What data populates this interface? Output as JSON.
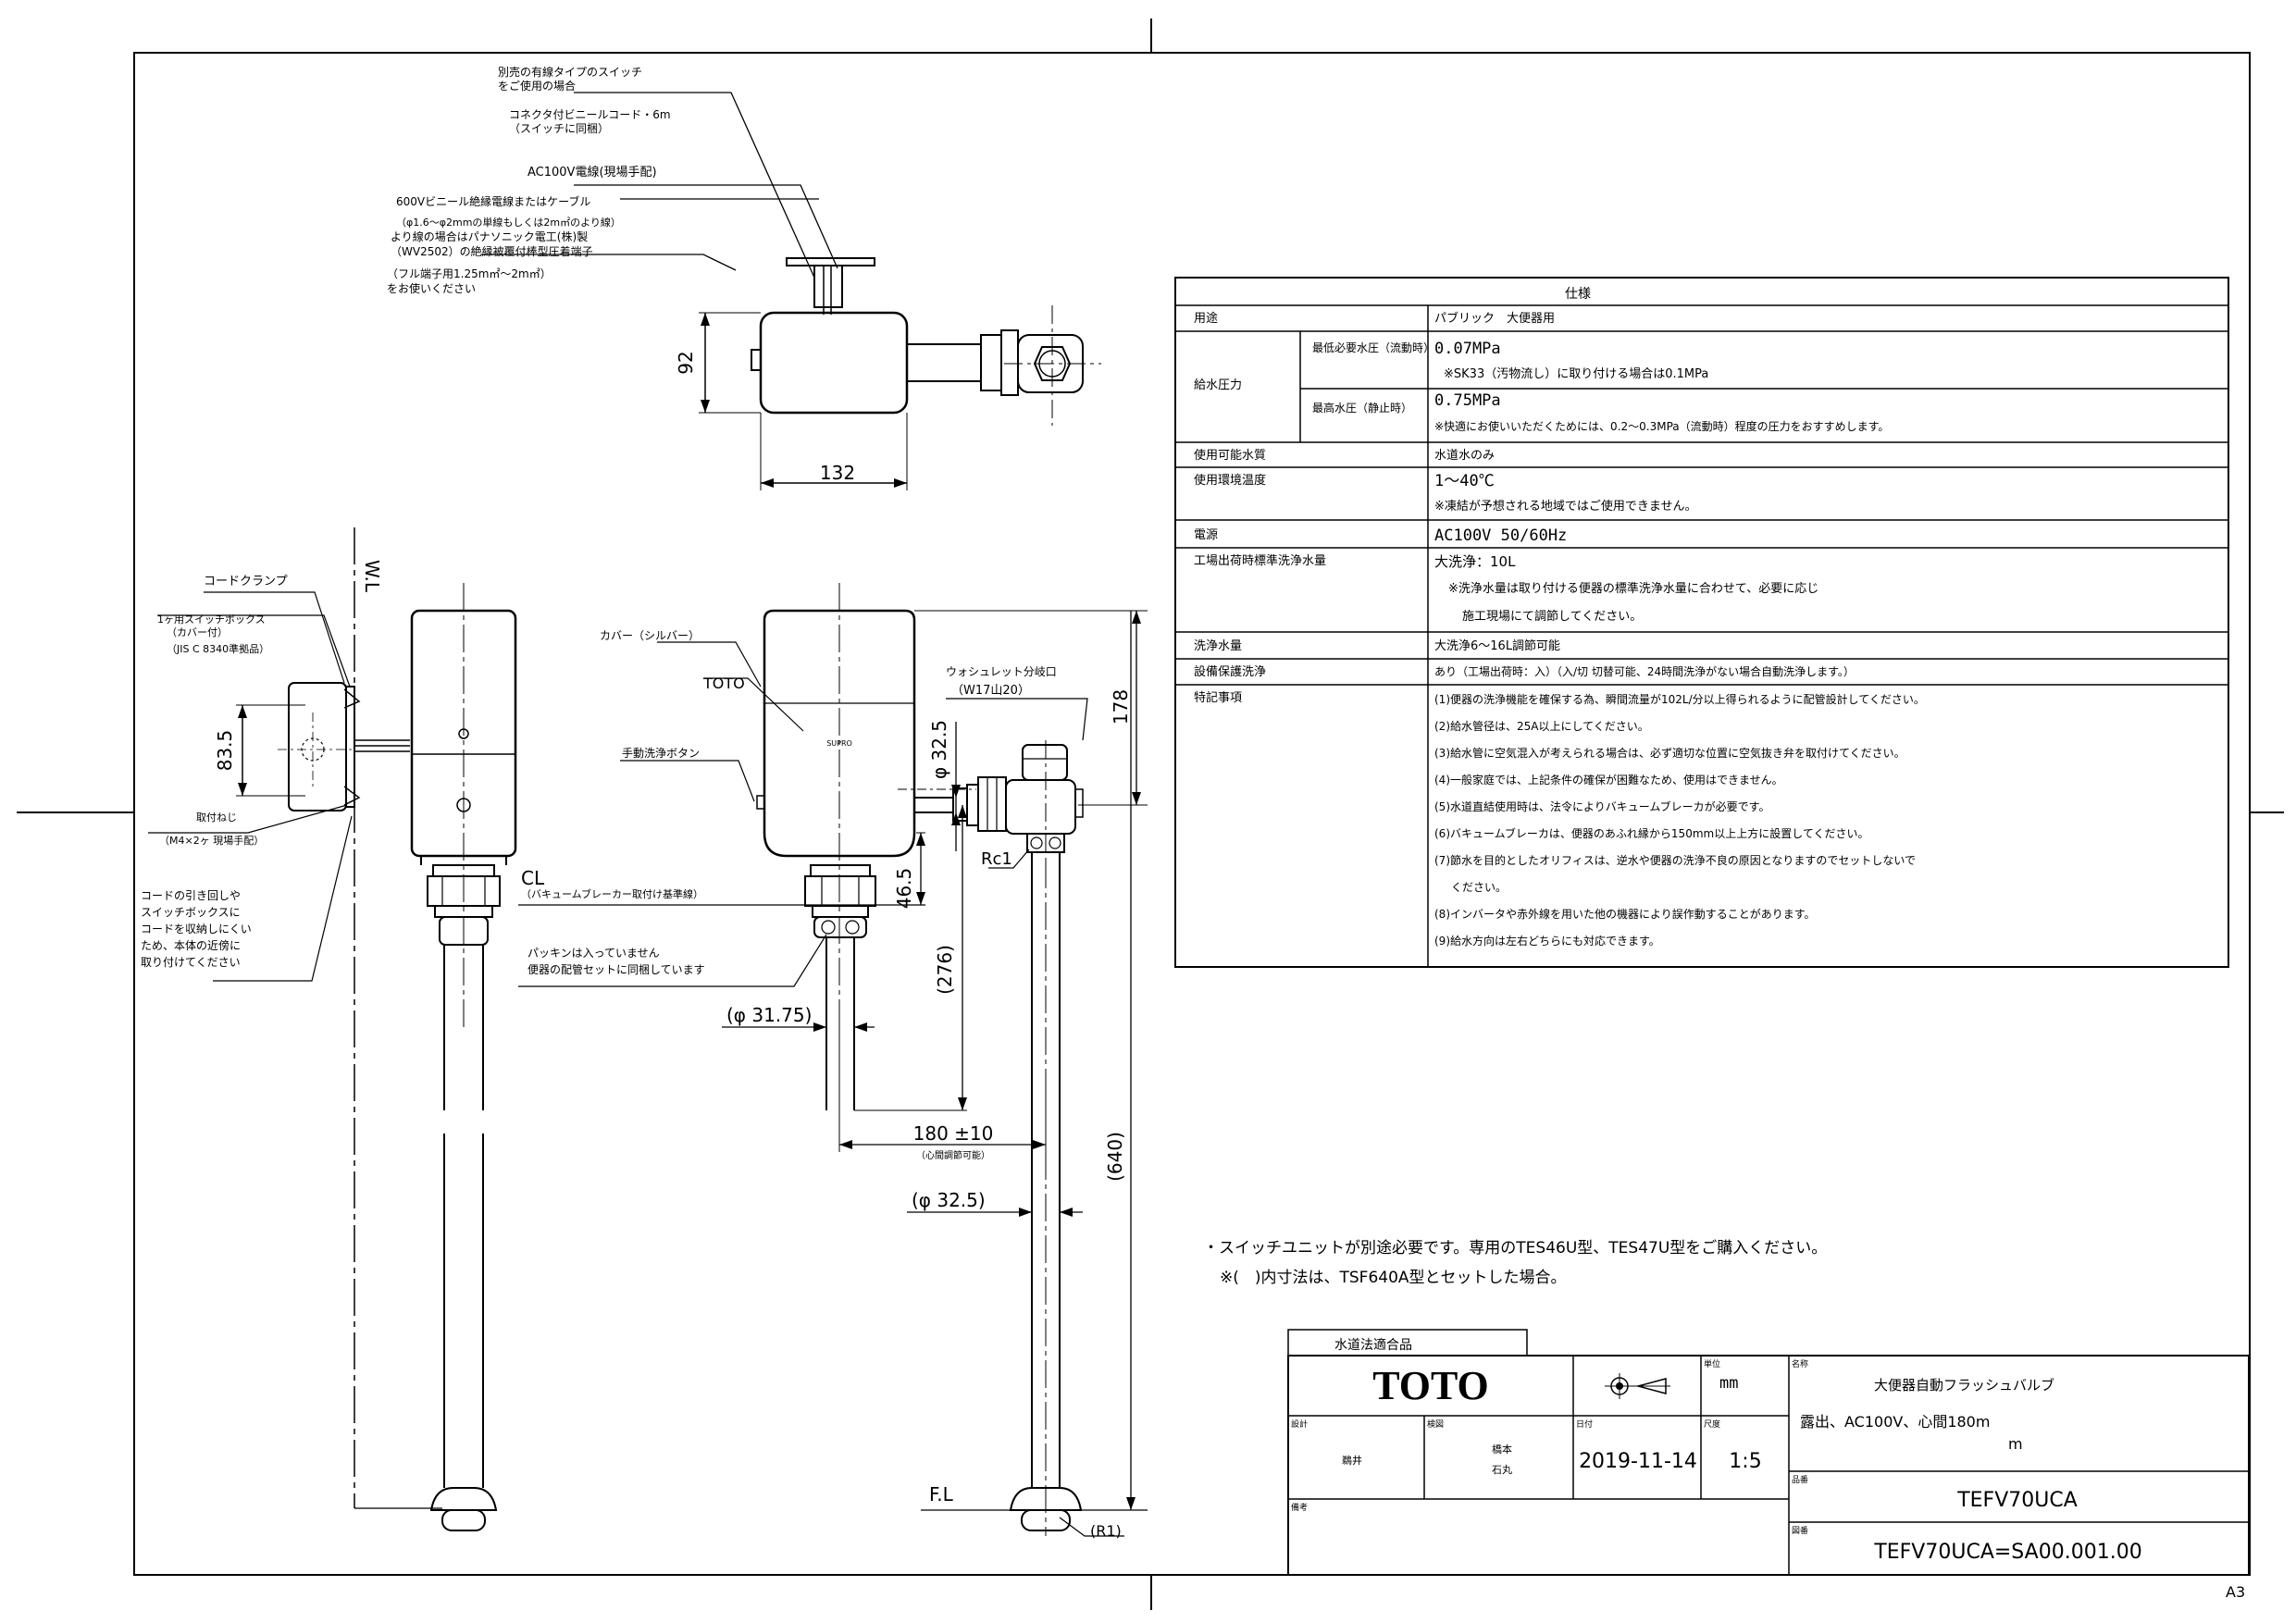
{
  "frame": {
    "sheet_size": "A3"
  },
  "top_view": {
    "callout_switch": [
      "別売の有線タイプのスイッチ",
      "をご使用の場合"
    ],
    "callout_cord": [
      "コネクタ付ビニールコード・6m",
      "（スイッチに同梱）"
    ],
    "callout_power": "AC100V電線(現場手配)",
    "callout_cable": [
      "600Vビニール絶縁電線またはケーブル",
      "（φ1.6～φ2mmの単線もしくは2m㎡のより線）",
      "より線の場合はパナソニック電工(株)製",
      "（WV2502）の絶縁被覆付棒型圧着端子",
      "（フル端子用1.25m㎡～2m㎡）",
      "をお使いください"
    ],
    "dim_height": "92",
    "dim_width": "132"
  },
  "side_view": {
    "wl_label": "W.L",
    "cord_clamp": "コードクランプ",
    "switch_box": [
      "1ヶ用スイッチボックス",
      "（カバー付）",
      "（JIS C 8340準拠品）"
    ],
    "dim_box": "83.5",
    "fixing_screw": [
      "取付ねじ",
      "（M4×2ヶ 現場手配）"
    ],
    "cord_note": [
      "コードの引き回しや",
      "スイッチボックスに",
      "コードを収納しにくい",
      "ため、本体の近傍に",
      "取り付けてください"
    ]
  },
  "front_view": {
    "cover": "カバー（シルバー）",
    "toto_label": "TOTO",
    "manual_button": "手動洗浄ボタン",
    "cl_label": "CL",
    "vacuum_breaker": "（バキュームブレーカー取付け基準線）",
    "packing": [
      "パッキンは入っていません",
      "便器の配管セットに同梱しています"
    ],
    "washlet": [
      "ウォシュレット分岐口",
      "（W17山20）"
    ],
    "dim_325_v": "φ 32.5",
    "dim_465": "46.5",
    "dim_276": "(276)",
    "dim_3175": "(φ 31.75)",
    "dim_180": "180 ±10",
    "dim_180_note": "（心間調節可能）",
    "dim_325_h": "(φ 32.5)",
    "dim_178": "178",
    "dim_640": "(640)",
    "rc1": "Rc1",
    "r1": "(R1)",
    "fl_label": "F.L"
  },
  "spec_table": {
    "title": "仕様",
    "rows": [
      {
        "key": "用途",
        "sub": "",
        "values": [
          "パブリック　大便器用"
        ]
      },
      {
        "key": "給水圧力",
        "sub": "最低必要水圧（流動時）",
        "values": [
          "0.07MPa",
          "※SK33（汚物流し）に取り付ける場合は0.1MPa"
        ]
      },
      {
        "key": "",
        "sub": "最高水圧（静止時）",
        "values": [
          "0.75MPa",
          "※快適にお使いいただくためには、0.2～0.3MPa（流動時）程度の圧力をおすすめします。"
        ]
      },
      {
        "key": "使用可能水質",
        "sub": "",
        "values": [
          "水道水のみ"
        ]
      },
      {
        "key": "使用環境温度",
        "sub": "",
        "values": [
          "1～40℃",
          "※凍結が予想される地域ではご使用できません。"
        ]
      },
      {
        "key": "電源",
        "sub": "",
        "values": [
          "AC100V 50/60Hz"
        ]
      },
      {
        "key": "工場出荷時標準洗浄水量",
        "sub": "",
        "values": [
          "大洗浄：10L",
          "※洗浄水量は取り付ける便器の標準洗浄水量に合わせて、必要に応じ",
          "施工現場にて調節してください。"
        ]
      },
      {
        "key": "洗浄水量",
        "sub": "",
        "values": [
          "大洗浄6～16L調節可能"
        ]
      },
      {
        "key": "設備保護洗浄",
        "sub": "",
        "values": [
          "あり（工場出荷時：入）（入/切 切替可能、24時間洗浄がない場合自動洗浄します。）"
        ]
      },
      {
        "key": "特記事項",
        "sub": "",
        "values": [
          "(1)便器の洗浄機能を確保する為、瞬間流量が102L/分以上得られるように配管設計してください。",
          "(2)給水管径は、25A以上にしてください。",
          "(3)給水管に空気混入が考えられる場合は、必ず適切な位置に空気抜き弁を取付けてください。",
          "(4)一般家庭では、上記条件の確保が困難なため、使用はできません。",
          "(5)水道直結使用時は、法令によりバキュームブレーカが必要です。",
          "(6)バキュームブレーカは、便器のあふれ縁から150mm以上上方に設置してください。",
          "(7)節水を目的としたオリフィスは、逆水や便器の洗浄不良の原因となりますのでセットしないで",
          "ください。",
          "(8)インバータや赤外線を用いた他の機器により誤作動することがあります。",
          "(9)給水方向は左右どちらにも対応できます。"
        ]
      }
    ]
  },
  "notes": [
    "・スイッチユニットが別途必要です。専用のTES46U型、TES47U型をご購入ください。",
    "※(　)内寸法は、TSF640A型とセットした場合。"
  ],
  "title_block": {
    "stamp": "水道法適合品",
    "logo": "TOTO",
    "unit_label": "単位",
    "unit": "mm",
    "name_label": "名称",
    "name_line1": "大便器自動フラッシュバルブ",
    "name_line2": "露出、AC100V、心間180m",
    "name_line3": "m",
    "design_label": "設計",
    "design_value": "鵜井",
    "check_label": "検図",
    "check_value1": "橋本",
    "check_value2": "石丸",
    "date_label": "日付",
    "date": "2019-11-14",
    "scale_label": "尺度",
    "scale": "1:5",
    "model_label": "品番",
    "model": "TEFV70UCA",
    "remarks_label": "備考",
    "drawing_label": "図番",
    "drawing_no": "TEFV70UCA=SA00.001.00"
  }
}
